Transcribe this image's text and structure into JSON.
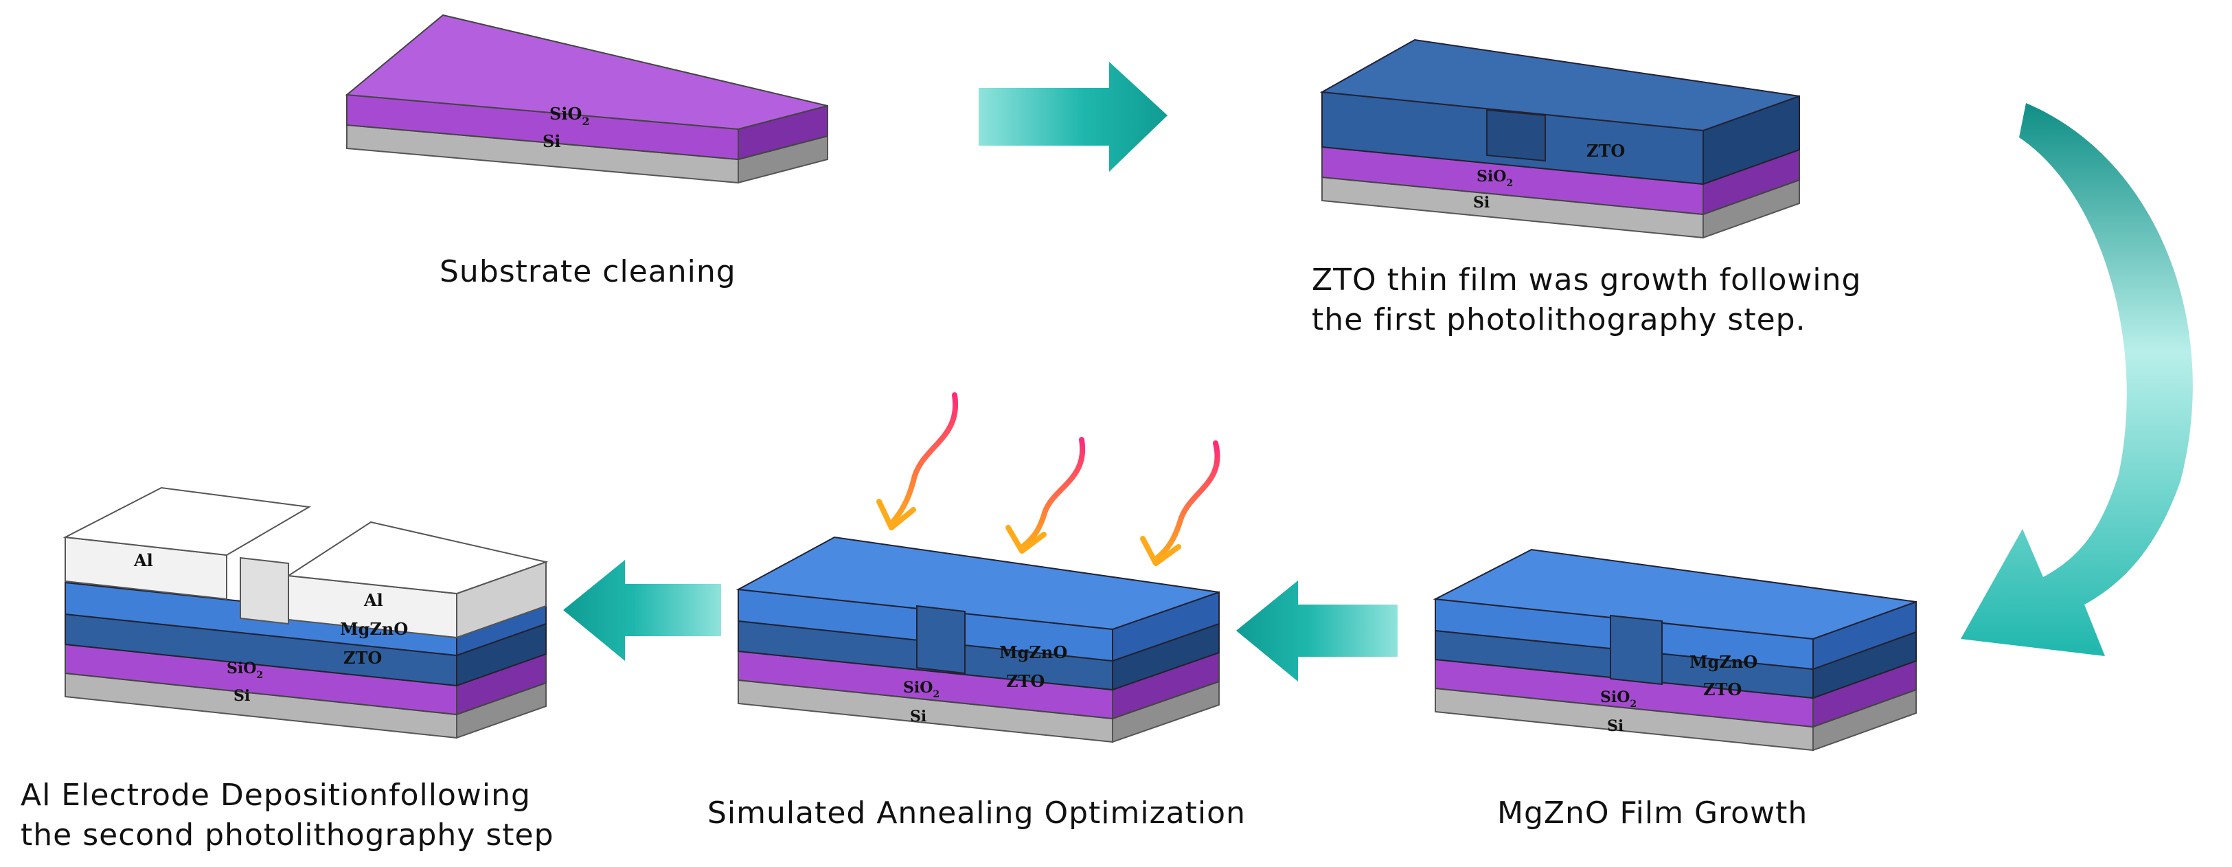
{
  "layer_labels": {
    "si": "Si",
    "sio2_base": "SiO",
    "sio2_sub": "2",
    "zto": "ZTO",
    "mgzno": "MgZnO",
    "al": "Al"
  },
  "captions": {
    "step1": "Substrate cleaning",
    "step2_line1": "ZTO thin film was growth following",
    "step2_line2": "the first photolithography step.",
    "step3": "MgZnO Film Growth",
    "step4": "Simulated Annealing Optimization",
    "step5_line1": "Al Electrode Depositionfollowing",
    "step5_line2": "the second photolithography step"
  },
  "colors": {
    "si": "#b8b8b8",
    "sio2": "#a64bd1",
    "zto": "#2f5f9e",
    "mgzno": "#3f7fd8",
    "al": "#f4f4f4",
    "arrow": "#1fb7ad",
    "heat_start": "#ff2a7a",
    "heat_end": "#ffaa1a"
  }
}
